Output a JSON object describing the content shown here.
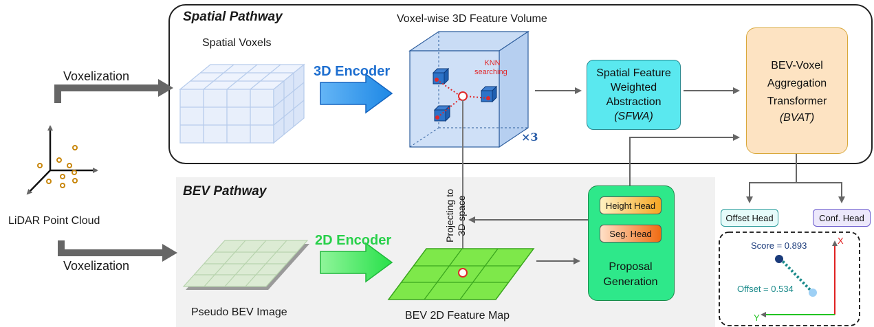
{
  "spatial_pathway": {
    "title": "Spatial Pathway",
    "spatial_voxels_label": "Spatial Voxels",
    "encoder_label": "3D Encoder",
    "feature_volume_label": "Voxel-wise 3D Feature Volume",
    "knn_label_line1": "KNN",
    "knn_label_line2": "searching",
    "repeat_label": "×3",
    "sfwa": {
      "line1": "Spatial Feature",
      "line2": "Weighted",
      "line3": "Abstraction",
      "abbr": "(SFWA)"
    },
    "bvat": {
      "line1": "BEV-Voxel",
      "line2": "Aggregation",
      "line3": "Transformer",
      "abbr": "(BVAT)"
    }
  },
  "bev_pathway": {
    "title": "BEV Pathway",
    "pseudo_label": "Pseudo BEV Image",
    "encoder_label": "2D Encoder",
    "feature_map_label": "BEV 2D Feature Map",
    "projecting_label_line1": "Projecting to",
    "projecting_label_line2": "3D space",
    "proposal": {
      "line1": "Proposal",
      "line2": "Generation",
      "height_head": "Height Head",
      "seg_head": "Seg. Head"
    }
  },
  "input": {
    "voxelization_top": "Voxelization",
    "voxelization_bottom": "Voxelization",
    "point_cloud_label": "LiDAR Point Cloud"
  },
  "output": {
    "offset_head": "Offset Head",
    "conf_head": "Conf. Head",
    "score_label": "Score = 0.893",
    "offset_label": "Offset = 0.534",
    "axis_x": "X",
    "axis_y": "Y"
  },
  "colors": {
    "arrow_blue": "#2e86de",
    "arrow_green": "#34e85a",
    "sfwa_fill": "#5ae8ef",
    "bvat_fill": "#fde3c2",
    "proposal_fill": "#2ee88a",
    "voxel_fill": "#dbe8fb",
    "bev_cell_fill": "#7ee84a",
    "knn_red": "#e0282a"
  }
}
